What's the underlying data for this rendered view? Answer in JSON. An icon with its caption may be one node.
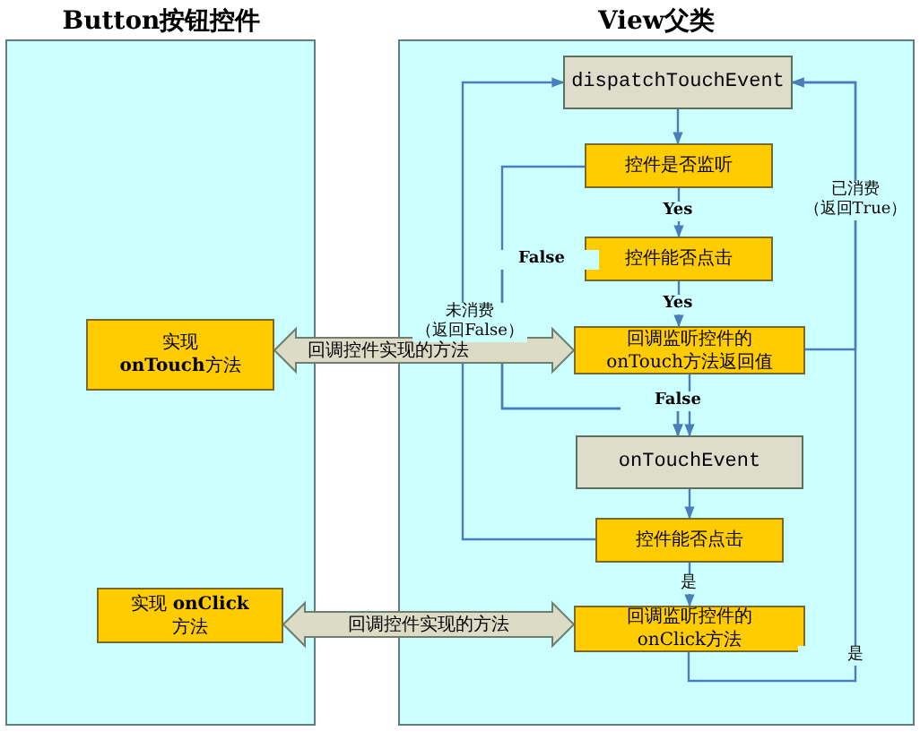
{
  "diagram": {
    "nodes": [
      {
        "text": [
          "Button按钮控件"
        ]
      },
      {
        "text": [
          "View父类"
        ]
      },
      {
        "text": [
          "实现 **onTouch**方法"
        ],
        "in": 0
      },
      {
        "text": [
          "实现 **onClick**方法"
        ],
        "in": 0
      },
      {
        "text": [
          "dispatchTouchEvent"
        ],
        "in": 1
      },
      {
        "text": [
          "控件是否监听"
        ],
        "in": 1
      },
      {
        "text": [
          "控件能否点击"
        ],
        "in": 1
      },
      {
        "text": [
          "回调监听控件的 onTouch方法返回值"
        ],
        "in": 1
      },
      {
        "text": [
          "onTouchEvent"
        ],
        "in": 1
      },
      {
        "text": [
          "控件能否点击"
        ],
        "in": 1
      },
      {
        "text": [
          "回调监听控件的 onClick方法"
        ],
        "in": 1
      }
    ],
    "edges": [
      {
        "from": 4,
        "to": 5,
        "arrow": "to"
      },
      {
        "from": 5,
        "to": 6,
        "arrow": "to",
        "label": "Yes"
      },
      {
        "from": 6,
        "to": 7,
        "arrow": "to",
        "label": "Yes"
      },
      {
        "from": 5,
        "to": 8,
        "arrow": "to"
      },
      {
        "from": 6,
        "to": 8,
        "arrow": "to",
        "label": "False"
      },
      {
        "from": 7,
        "to": 8,
        "arrow": "to",
        "label": "False"
      },
      {
        "from": 8,
        "to": 9,
        "arrow": "to"
      },
      {
        "from": 9,
        "to": 4,
        "arrow": "to",
        "label": "未消费（返回False）"
      },
      {
        "from": 9,
        "to": 10,
        "arrow": "to",
        "label": "是"
      },
      {
        "from": 7,
        "to": 4,
        "arrow": "to",
        "label": "已消费（返回True）"
      },
      {
        "from": 10,
        "to": 4,
        "arrow": "to",
        "label": "是"
      },
      {
        "from": 7,
        "to": 2,
        "arrow": "both",
        "label": "回调控件实现的方法"
      },
      {
        "from": 10,
        "to": 3,
        "arrow": "both",
        "label": "回调控件实现的方法"
      }
    ]
  }
}
